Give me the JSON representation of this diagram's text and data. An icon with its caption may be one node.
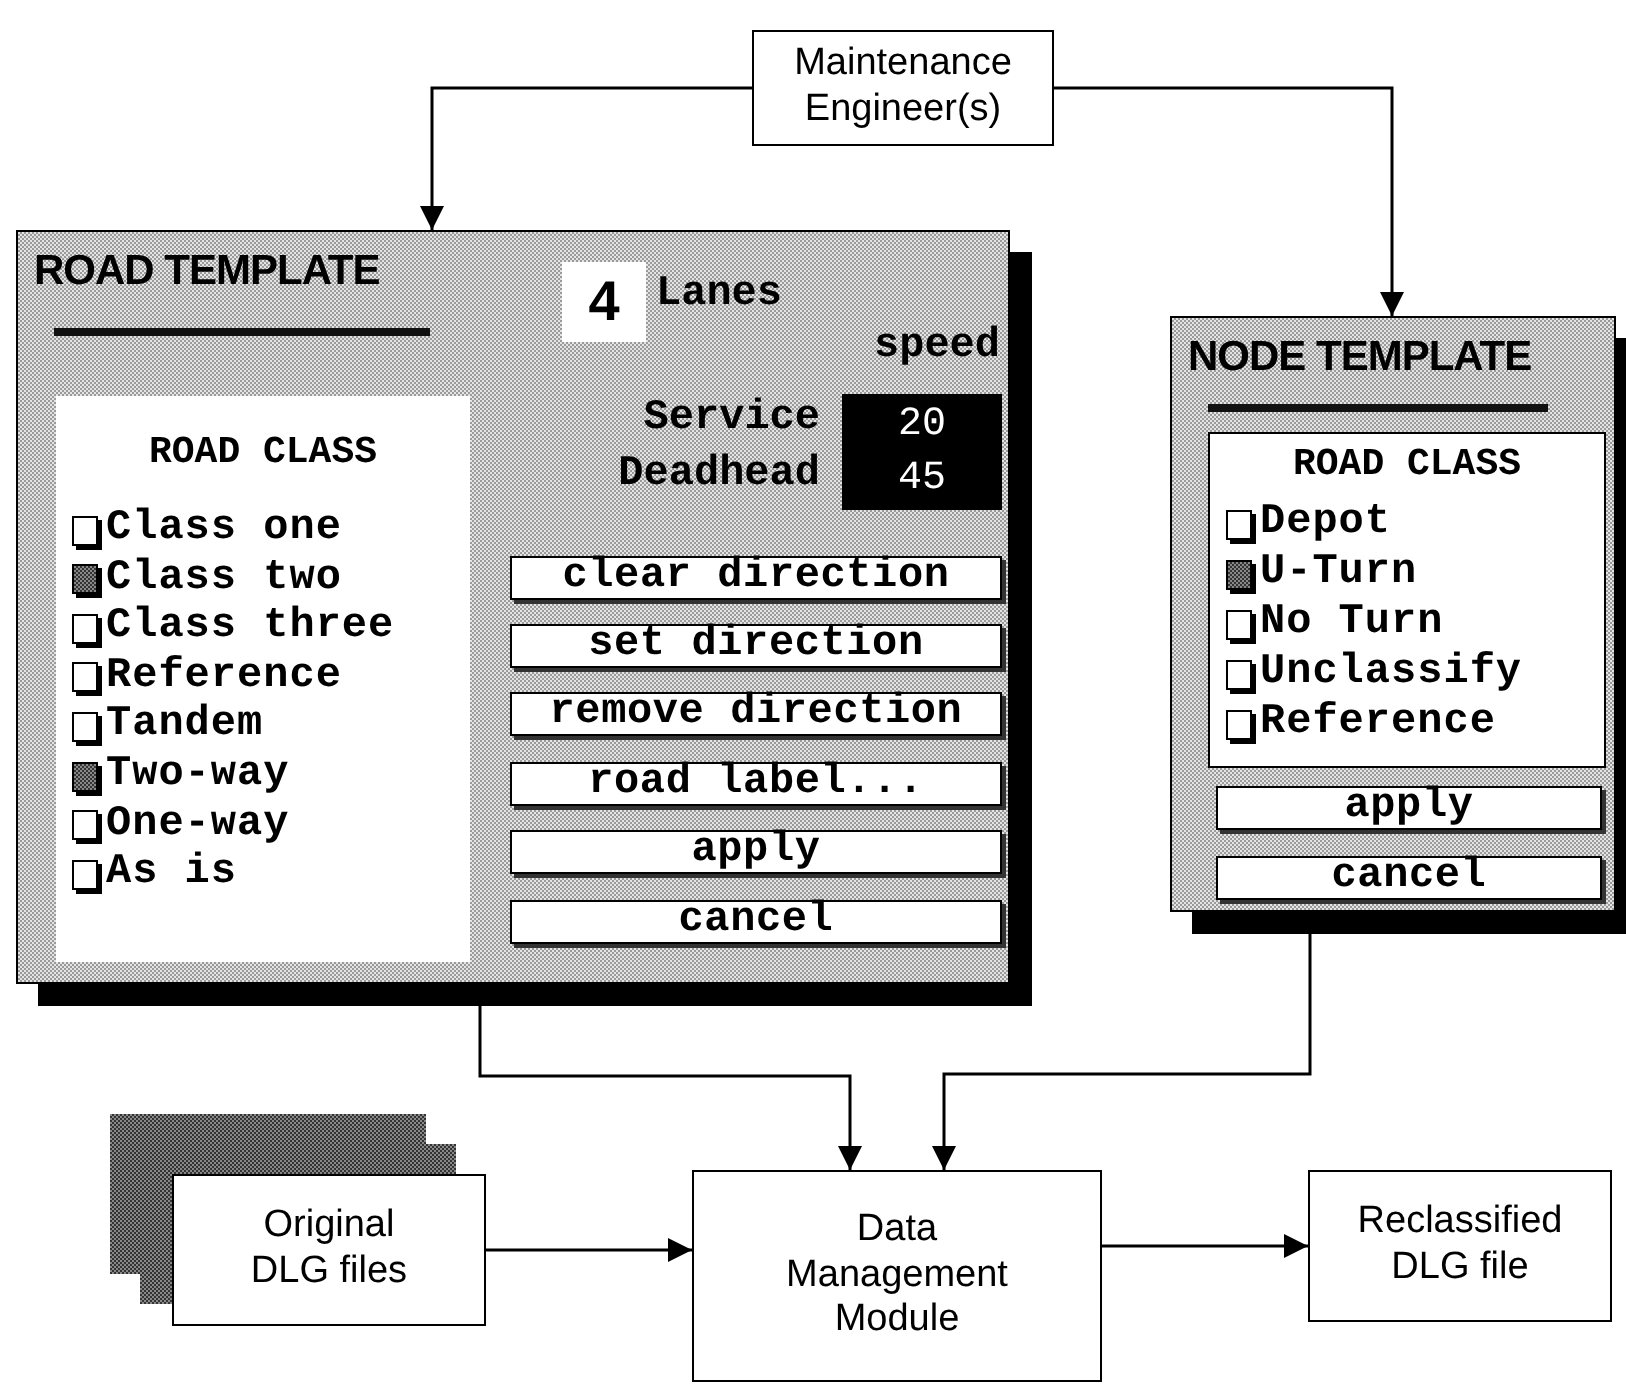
{
  "diagram": {
    "nodes": [
      {
        "text": [
          "Maintenance Engineer(s)"
        ]
      },
      {
        "text": [
          "ROAD TEMPLATE"
        ]
      },
      {
        "text": [
          "ROAD CLASS"
        ],
        "in": 1
      },
      {
        "text": [
          "Class one"
        ],
        "in": 2
      },
      {
        "text": [
          "Class two"
        ],
        "in": 2
      },
      {
        "text": [
          "Class three"
        ],
        "in": 2
      },
      {
        "text": [
          "Reference"
        ],
        "in": 2
      },
      {
        "text": [
          "Tandem"
        ],
        "in": 2
      },
      {
        "text": [
          "Two-way"
        ],
        "in": 2
      },
      {
        "text": [
          "One-way"
        ],
        "in": 2
      },
      {
        "text": [
          "As is"
        ],
        "in": 2
      },
      {
        "text": [
          "4"
        ],
        "in": 1,
        "beside": [
          "Lanes"
        ]
      },
      {
        "text": [
          "20",
          "45"
        ],
        "in": 1,
        "beside": [
          "speed",
          "Service",
          "Deadhead"
        ]
      },
      {
        "text": [
          "clear direction"
        ],
        "in": 1
      },
      {
        "text": [
          "set direction"
        ],
        "in": 1
      },
      {
        "text": [
          "remove direction"
        ],
        "in": 1
      },
      {
        "text": [
          "road label..."
        ],
        "in": 1
      },
      {
        "text": [
          "apply"
        ],
        "in": 1
      },
      {
        "text": [
          "cancel"
        ],
        "in": 1
      },
      {
        "text": [
          "NODE TEMPLATE"
        ]
      },
      {
        "text": [
          "ROAD CLASS"
        ],
        "in": 19
      },
      {
        "text": [
          "Depot"
        ],
        "in": 20
      },
      {
        "text": [
          "U-Turn"
        ],
        "in": 20
      },
      {
        "text": [
          "No Turn"
        ],
        "in": 20
      },
      {
        "text": [
          "Unclassify"
        ],
        "in": 20
      },
      {
        "text": [
          "Reference"
        ],
        "in": 20
      },
      {
        "text": [
          "apply"
        ],
        "in": 19
      },
      {
        "text": [
          "cancel"
        ],
        "in": 19
      },
      {
        "text": [
          "Original DLG files"
        ]
      },
      {
        "text": [
          "Data Management Module"
        ]
      },
      {
        "text": [
          "Reclassified DLG file"
        ]
      }
    ],
    "edges": [
      {
        "from": 0,
        "to": 1,
        "arrow": "to"
      },
      {
        "from": 0,
        "to": 19,
        "arrow": "to"
      },
      {
        "from": 1,
        "to": 29,
        "arrow": "to"
      },
      {
        "from": 19,
        "to": 29,
        "arrow": "to"
      },
      {
        "from": 28,
        "to": 29,
        "arrow": "to"
      },
      {
        "from": 29,
        "to": 30,
        "arrow": "to"
      }
    ]
  }
}
